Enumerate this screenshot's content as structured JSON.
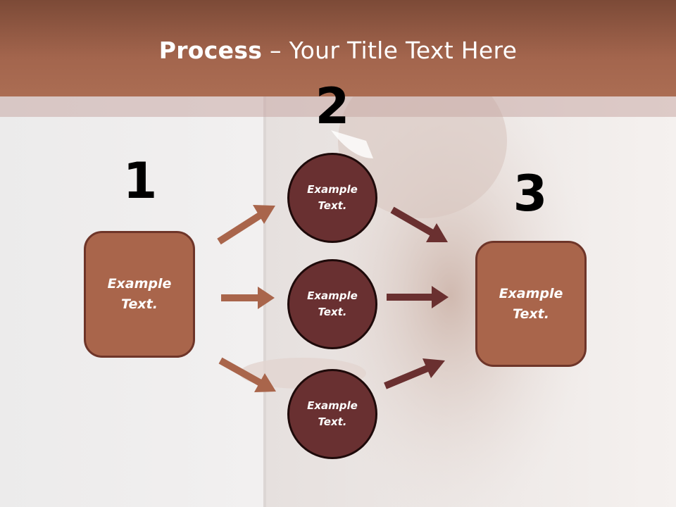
{
  "slide": {
    "title_bold": "Process",
    "title_rest": " – Your Title Text Here"
  },
  "steps": {
    "one": "1",
    "two": "2",
    "three": "3"
  },
  "nodes": {
    "left_box": "Example\nText.",
    "circle_top": "Example\nText.",
    "circle_middle": "Example\nText.",
    "circle_bottom": "Example\nText.",
    "right_box": "Example\nText."
  },
  "colors": {
    "header": "#a3654d",
    "box_fill": "#a9654b",
    "box_border": "#6e3529",
    "circle_fill": "#693031",
    "arrow_light": "#a9654b",
    "arrow_dark": "#6a3030"
  }
}
